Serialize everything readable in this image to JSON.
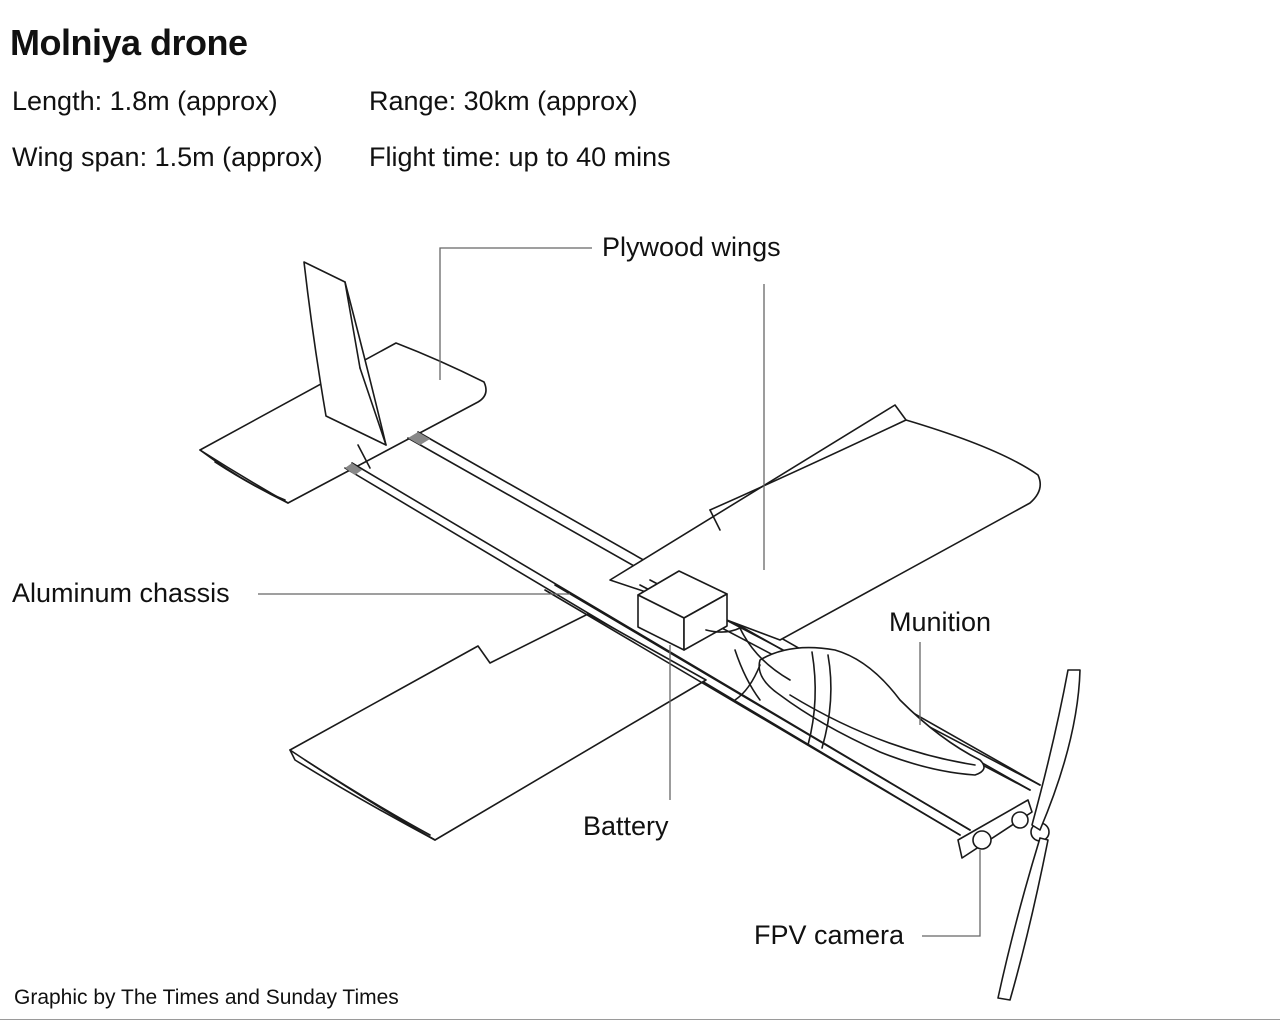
{
  "title": "Molniya drone",
  "specs": {
    "length": "Length: 1.8m (approx)",
    "wing_span": "Wing span: 1.5m (approx)",
    "range": "Range: 30km (approx)",
    "flight_time": "Flight time: up to 40 mins"
  },
  "callouts": {
    "plywood_wings": "Plywood wings",
    "aluminum_chassis": "Aluminum chassis",
    "munition": "Munition",
    "battery": "Battery",
    "fpv_camera": "FPV camera"
  },
  "credit": "Graphic by The Times and Sunday Times"
}
